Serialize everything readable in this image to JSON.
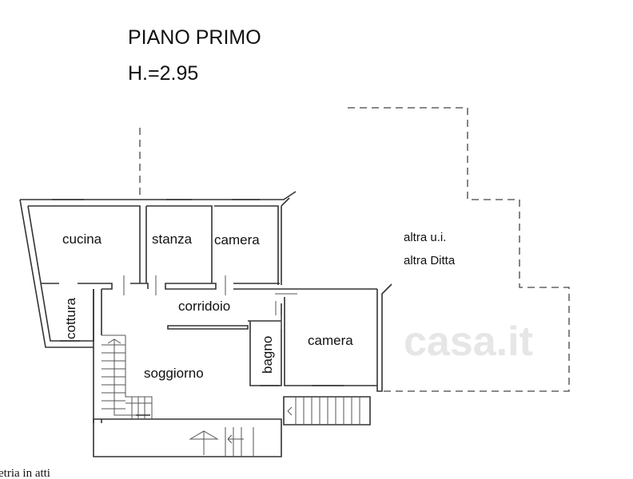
{
  "header": {
    "title": "PIANO PRIMO",
    "height": "H.=2.95"
  },
  "rooms": {
    "cucina": "cucina",
    "stanza": "stanza",
    "camera1": "camera",
    "cottura": "cottura",
    "corridoio": "corridoio",
    "bagno": "bagno",
    "camera2": "camera",
    "soggiorno": "soggiorno"
  },
  "other_unit": {
    "line1": "altra u.i.",
    "line2": "altra Ditta"
  },
  "watermark": "casa.it",
  "footer": "etria in atti"
}
